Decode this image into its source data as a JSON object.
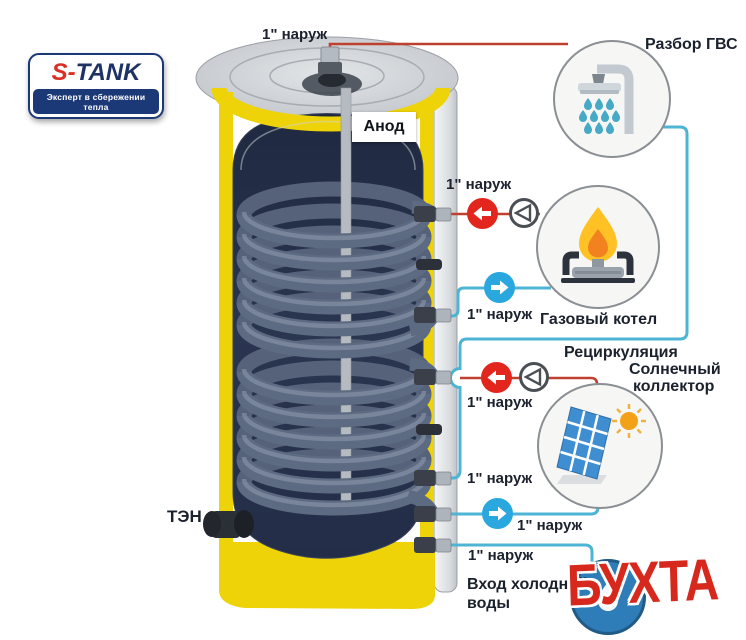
{
  "logo": {
    "brand_red": "S-",
    "brand_blue": "TANK",
    "tagline": "Эксперт в сбережении тепла"
  },
  "tank": {
    "anode": "Анод",
    "heater": "ТЭН",
    "top_port": "1\" наруж"
  },
  "nodes": {
    "dhw": {
      "label": "Разбор ГВС",
      "icon": "shower-icon"
    },
    "boiler": {
      "label": "Газовый котел",
      "icon": "gas-burner-icon"
    },
    "solar": {
      "label1": "Солнечный",
      "label2": "коллектор",
      "icon": "solar-panel-icon"
    },
    "cold_water": {
      "label1": "Вход холодной",
      "label2": "воды",
      "icon": "water-drop-icon"
    }
  },
  "ports": {
    "boiler_supply": "1\" наруж",
    "boiler_return": "1\" наруж",
    "recirculation": "Рециркуляция",
    "solar_supply": "1\" наруж",
    "recirculation_port": "1\" наруж",
    "solar_return": "1\" наруж",
    "cold_inlet": "1\" наруж"
  },
  "watermark": {
    "text": "БУХТА"
  },
  "colors": {
    "hot_line": "#c04030",
    "cold_line": "#4db4d5",
    "arrow_red": "#e3261d",
    "arrow_blue": "#29a7de",
    "insulation_yellow": "#eed309",
    "tank_interior": "#273049",
    "coil": "#5d6b82",
    "logo_navy": "#1c3977",
    "logo_red": "#d93025",
    "watermark_red": "#d7281d"
  }
}
